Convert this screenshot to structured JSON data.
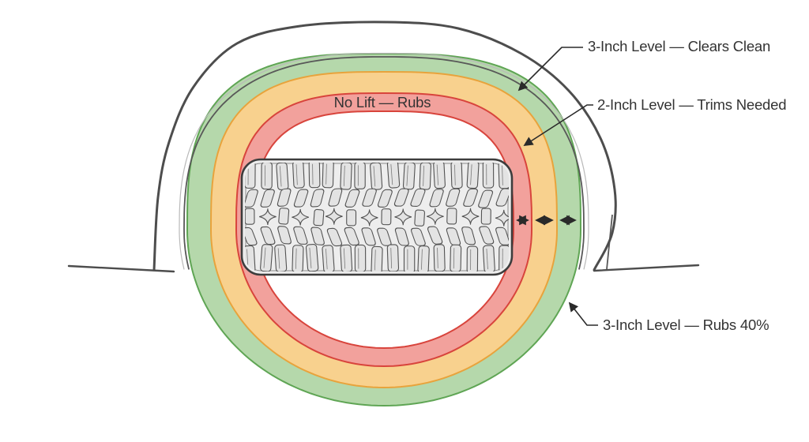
{
  "labels": {
    "no_lift": "No Lift — Rubs",
    "clears_clean": "3-Inch Level — Clears Clean",
    "trims_needed": "2-Inch Level — Trims Needed",
    "rubs_40": "3-Inch Level — Rubs 40%"
  },
  "rings": {
    "green": {
      "meaning": "3-inch lift clearance zone",
      "fill": "#b5d8ab",
      "stroke": "#5fa554"
    },
    "orange": {
      "meaning": "2-inch lift clearance zone",
      "fill": "#f8d18e",
      "stroke": "#e8a33c"
    },
    "red": {
      "meaning": "no-lift clearance zone",
      "fill": "#f2a19c",
      "stroke": "#d8443c"
    },
    "opening": {
      "fill": "#ffffff"
    }
  },
  "colors": {
    "background": "#ffffff",
    "fender_outline": "#4d4d4d",
    "fender_inner_line": "#585858",
    "fender_highlight": "#b9b9b9",
    "label_text": "#333333",
    "arrow": "#2a2a2a",
    "tire_outline": "#3d3d3d",
    "tire_fill": "#ededed",
    "tire_inner_line": "#8a8a8a"
  },
  "icons": {
    "leader_arrowhead": "filled-triangle-arrowhead",
    "measure_arrow": "double-headed-arrow"
  }
}
